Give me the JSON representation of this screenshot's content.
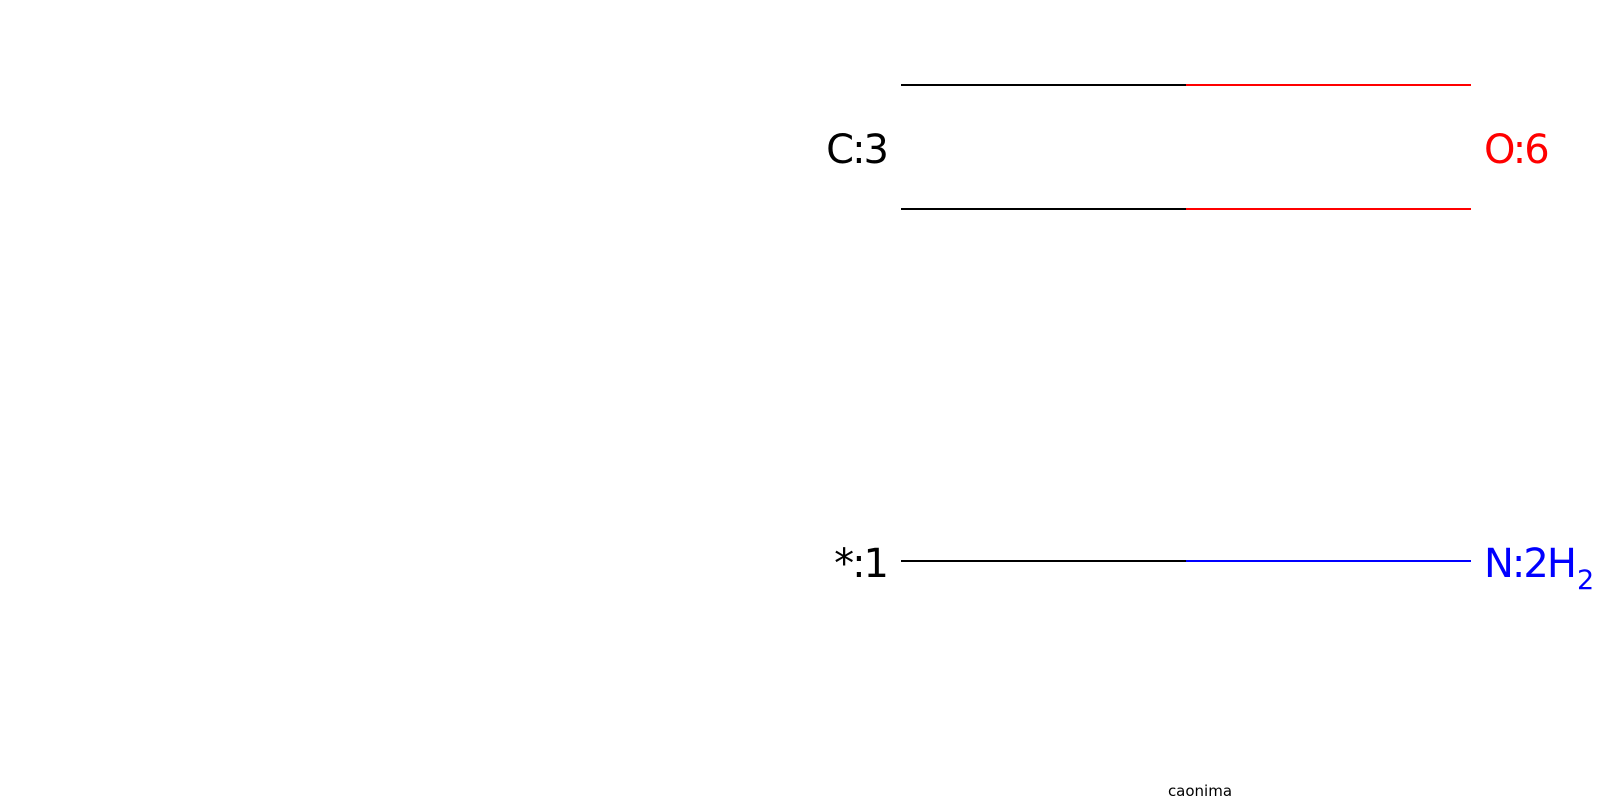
{
  "colors": {
    "background": "#ffffff",
    "carbon": "#000000",
    "oxygen": "#ff0000",
    "nitrogen": "#0000ff",
    "caption": "#000000"
  },
  "molecules": [
    {
      "atoms": [
        {
          "label": "C:3",
          "element": "C"
        },
        {
          "label": "O:6",
          "element": "O"
        }
      ],
      "bond": {
        "order": 2,
        "type": "double"
      }
    },
    {
      "atoms": [
        {
          "label": "*:1",
          "element": "*"
        },
        {
          "label": "N:2H",
          "subscript": "2",
          "element": "N"
        }
      ],
      "bond": {
        "order": 1,
        "type": "single"
      }
    }
  ],
  "caption": "caonima"
}
